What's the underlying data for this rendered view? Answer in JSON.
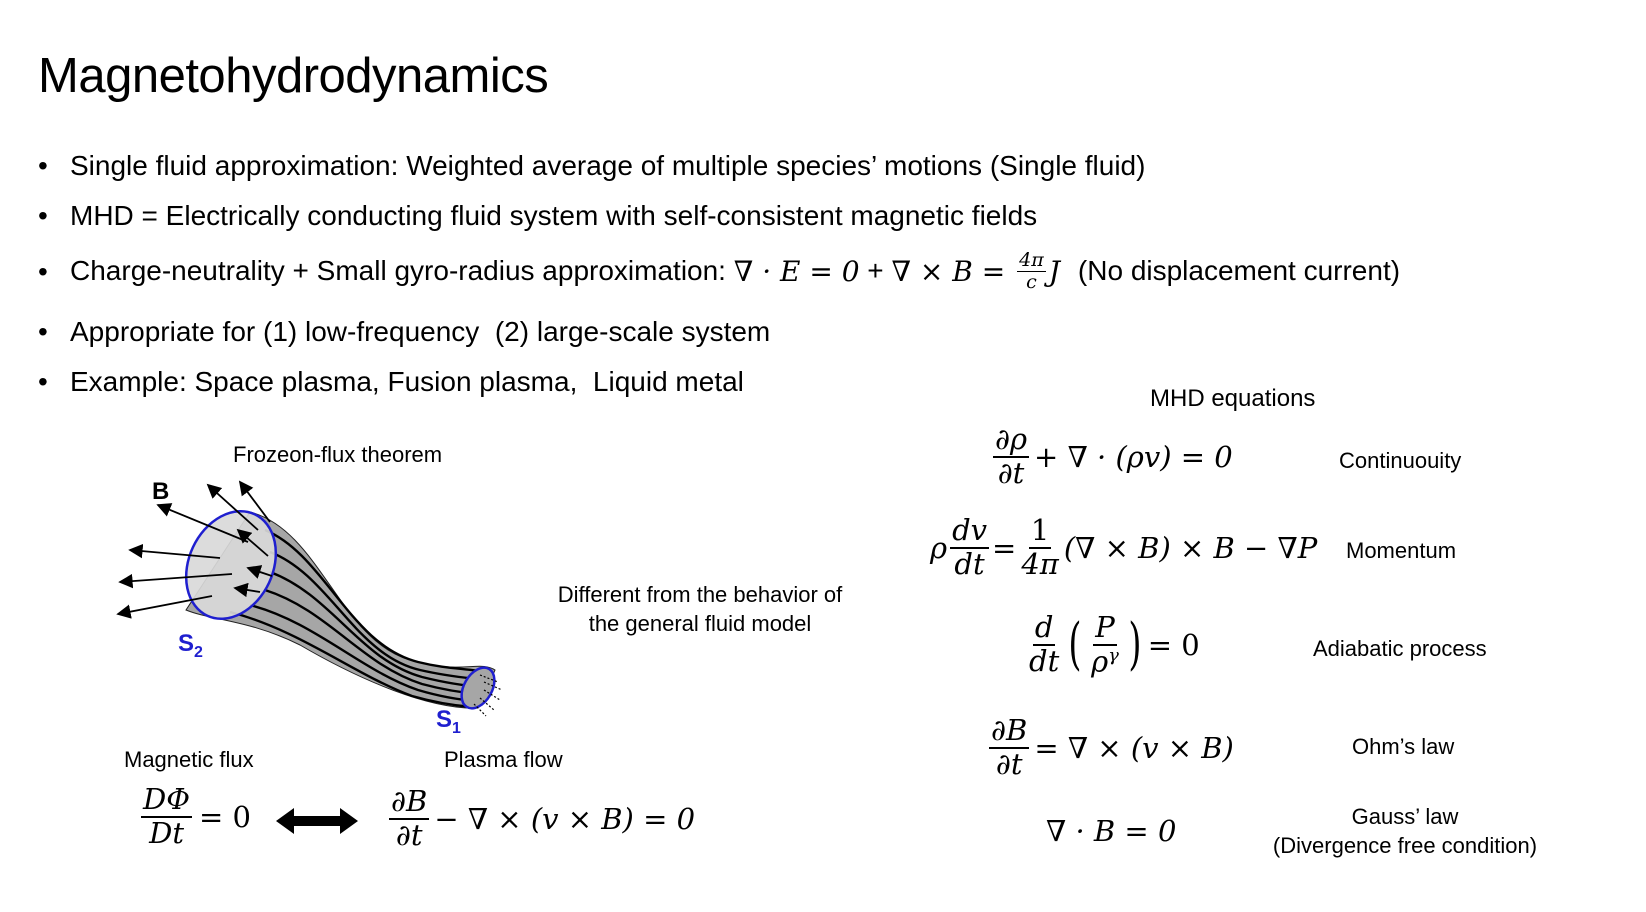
{
  "slide": {
    "title": "Magnetohydrodynamics",
    "bullets": [
      {
        "text": "Single fluid approximation: Weighted average of multiple species’ motions (Single fluid)"
      },
      {
        "text": "MHD = Electrically conducting fluid system with self-consistent magnetic fields"
      },
      {
        "prefix": "Charge-neutrality + Small gyro-radius approximation: ",
        "eq1": "∇ · E = 0",
        "plus": " + ",
        "eq2a": "∇ × B = ",
        "frac_num": "4π",
        "frac_den": "c",
        "eq2b": "J",
        "suffix": "(No displacement current)"
      },
      {
        "text": "Appropriate for (1) low-frequency  (2) large-scale system"
      },
      {
        "text": "Example: Space plasma, Fusion plasma,  Liquid metal"
      }
    ],
    "bullet_symbol": "•"
  },
  "figure": {
    "caption": "Frozeon-flux theorem",
    "field_label": "B",
    "surface_2": "S",
    "surface_2_sub": "2",
    "surface_1": "S",
    "surface_1_sub": "1",
    "note_line1": "Different from the behavior of",
    "note_line2": "the general fluid model",
    "tube_color": "#a6a6a6",
    "surface_color": "#1f1fcf"
  },
  "flux": {
    "left_label": "Magnetic flux",
    "right_label": "Plasma flow",
    "left_num": "DΦ",
    "left_den": "Dt",
    "left_rhs": "= 0",
    "right_num": "∂B",
    "right_den": "∂t",
    "right_rhs": "− ∇ × (v × B) = 0",
    "arrow": "double-arrow-icon"
  },
  "equations": {
    "heading": "MHD equations",
    "items": [
      {
        "name": "Continuouity",
        "num": "∂ρ",
        "den": "∂t",
        "rhs": "+ ∇ · (ρv) = 0"
      },
      {
        "name": "Momentum",
        "pre": "ρ",
        "num": "dv",
        "den": "dt",
        "mid": "=",
        "num2": "1",
        "den2": "4π",
        "rhs": "(∇ × B) × B − ∇P"
      },
      {
        "name": "Adiabatic process",
        "num": "d",
        "den": "dt",
        "inum": "P",
        "iden": "ρ",
        "iden_sup": "γ",
        "rhs": "= 0"
      },
      {
        "name": "Ohm’s law",
        "num": "∂B",
        "den": "∂t",
        "rhs": "= ∇ × (v × B)"
      },
      {
        "name": "Gauss’ law",
        "name2": "(Divergence free condition)",
        "rhs": "∇ · B = 0"
      }
    ]
  }
}
